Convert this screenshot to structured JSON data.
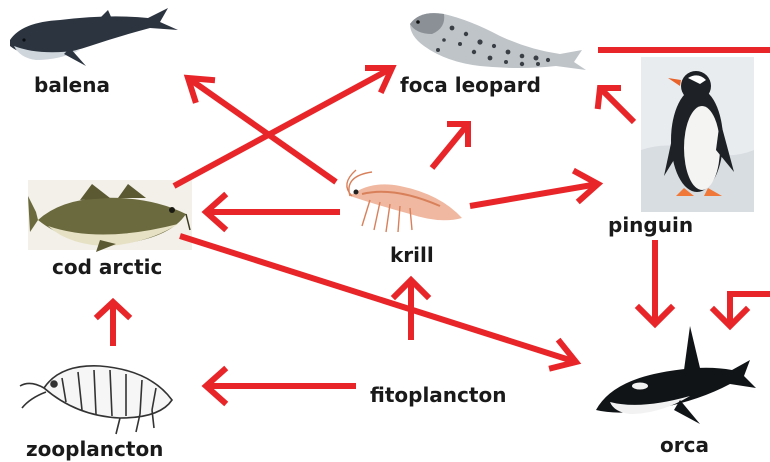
{
  "diagram": {
    "nodes": {
      "balena": {
        "label": "balena",
        "icon": "humpback-whale-icon"
      },
      "foca_leopard": {
        "label": "foca leopard",
        "icon": "leopard-seal-icon"
      },
      "pinguin": {
        "label": "pinguin",
        "icon": "penguin-icon"
      },
      "cod_arctic": {
        "label": "cod arctic",
        "icon": "arctic-cod-icon"
      },
      "krill": {
        "label": "krill",
        "icon": "krill-icon"
      },
      "zooplancton": {
        "label": "zooplancton",
        "icon": "zooplankton-icon"
      },
      "fitoplancton": {
        "label": "fitoplancton",
        "icon": "phytoplankton-icon"
      },
      "orca": {
        "label": "orca",
        "icon": "orca-icon"
      }
    },
    "edges": [
      {
        "from": "fitoplancton",
        "to": "krill"
      },
      {
        "from": "fitoplancton",
        "to": "zooplancton"
      },
      {
        "from": "zooplancton",
        "to": "cod_arctic"
      },
      {
        "from": "krill",
        "to": "balena"
      },
      {
        "from": "krill",
        "to": "foca_leopard"
      },
      {
        "from": "krill",
        "to": "pinguin"
      },
      {
        "from": "krill",
        "to": "cod_arctic"
      },
      {
        "from": "cod_arctic",
        "to": "foca_leopard"
      },
      {
        "from": "cod_arctic",
        "to": "orca"
      },
      {
        "from": "pinguin",
        "to": "foca_leopard"
      },
      {
        "from": "pinguin",
        "to": "orca"
      },
      {
        "from": "foca_leopard",
        "to": "orca"
      }
    ],
    "colors": {
      "arrow": "#e8262a",
      "text": "#1a1a1a"
    }
  }
}
